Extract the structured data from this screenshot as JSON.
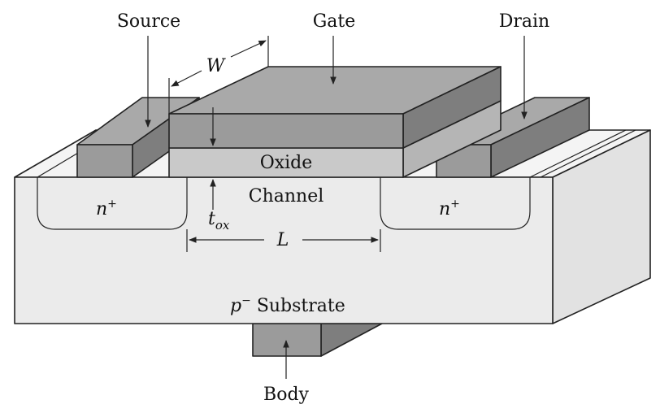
{
  "labels": {
    "source": "Source",
    "gate": "Gate",
    "drain": "Drain",
    "width": "W",
    "oxide": "Oxide",
    "channel": "Channel",
    "n_plus_left_base": "n",
    "n_plus_left_sup": "+",
    "n_plus_right_base": "n",
    "n_plus_right_sup": "+",
    "tox_base": "t",
    "tox_sub": "ox",
    "length": "L",
    "substrate_prefix": "p",
    "substrate_sup": "−",
    "substrate_text": " Substrate",
    "body": "Body"
  },
  "colors": {
    "substrate_front": "#ebebeb",
    "substrate_top": "#f4f4f4",
    "substrate_side": "#e2e2e2",
    "oxide": "#c9c9c9",
    "metal_top": "#a9a9a9",
    "metal_front": "#9b9b9b",
    "metal_side": "#7e7e7e",
    "line": "#222222"
  }
}
